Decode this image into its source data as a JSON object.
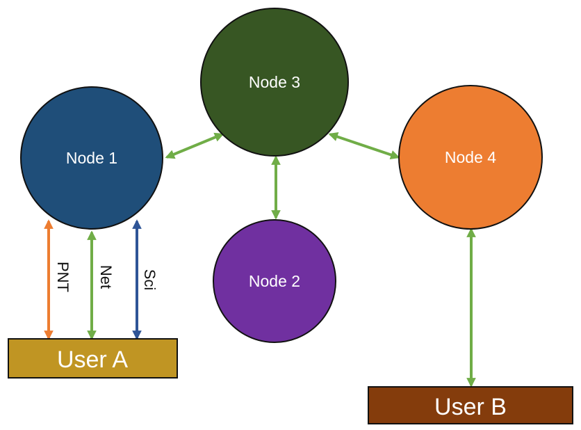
{
  "colors": {
    "node1": "#1f4e79",
    "node2": "#7030a0",
    "node3": "#375623",
    "node4": "#ed7d31",
    "userA": "#c09523",
    "userB": "#843c0c",
    "link_green": "#70ad47",
    "link_orange": "#ed7d31",
    "link_blue": "#2f5597",
    "outline": "#111111"
  },
  "nodes": {
    "node1": {
      "label": "Node 1"
    },
    "node2": {
      "label": "Node 2"
    },
    "node3": {
      "label": "Node 3"
    },
    "node4": {
      "label": "Node 4"
    }
  },
  "users": {
    "user_a": {
      "label": "User A"
    },
    "user_b": {
      "label": "User B"
    }
  },
  "links": {
    "pnt": {
      "label": "PNT"
    },
    "net": {
      "label": "Net"
    },
    "sci": {
      "label": "Sci"
    }
  }
}
